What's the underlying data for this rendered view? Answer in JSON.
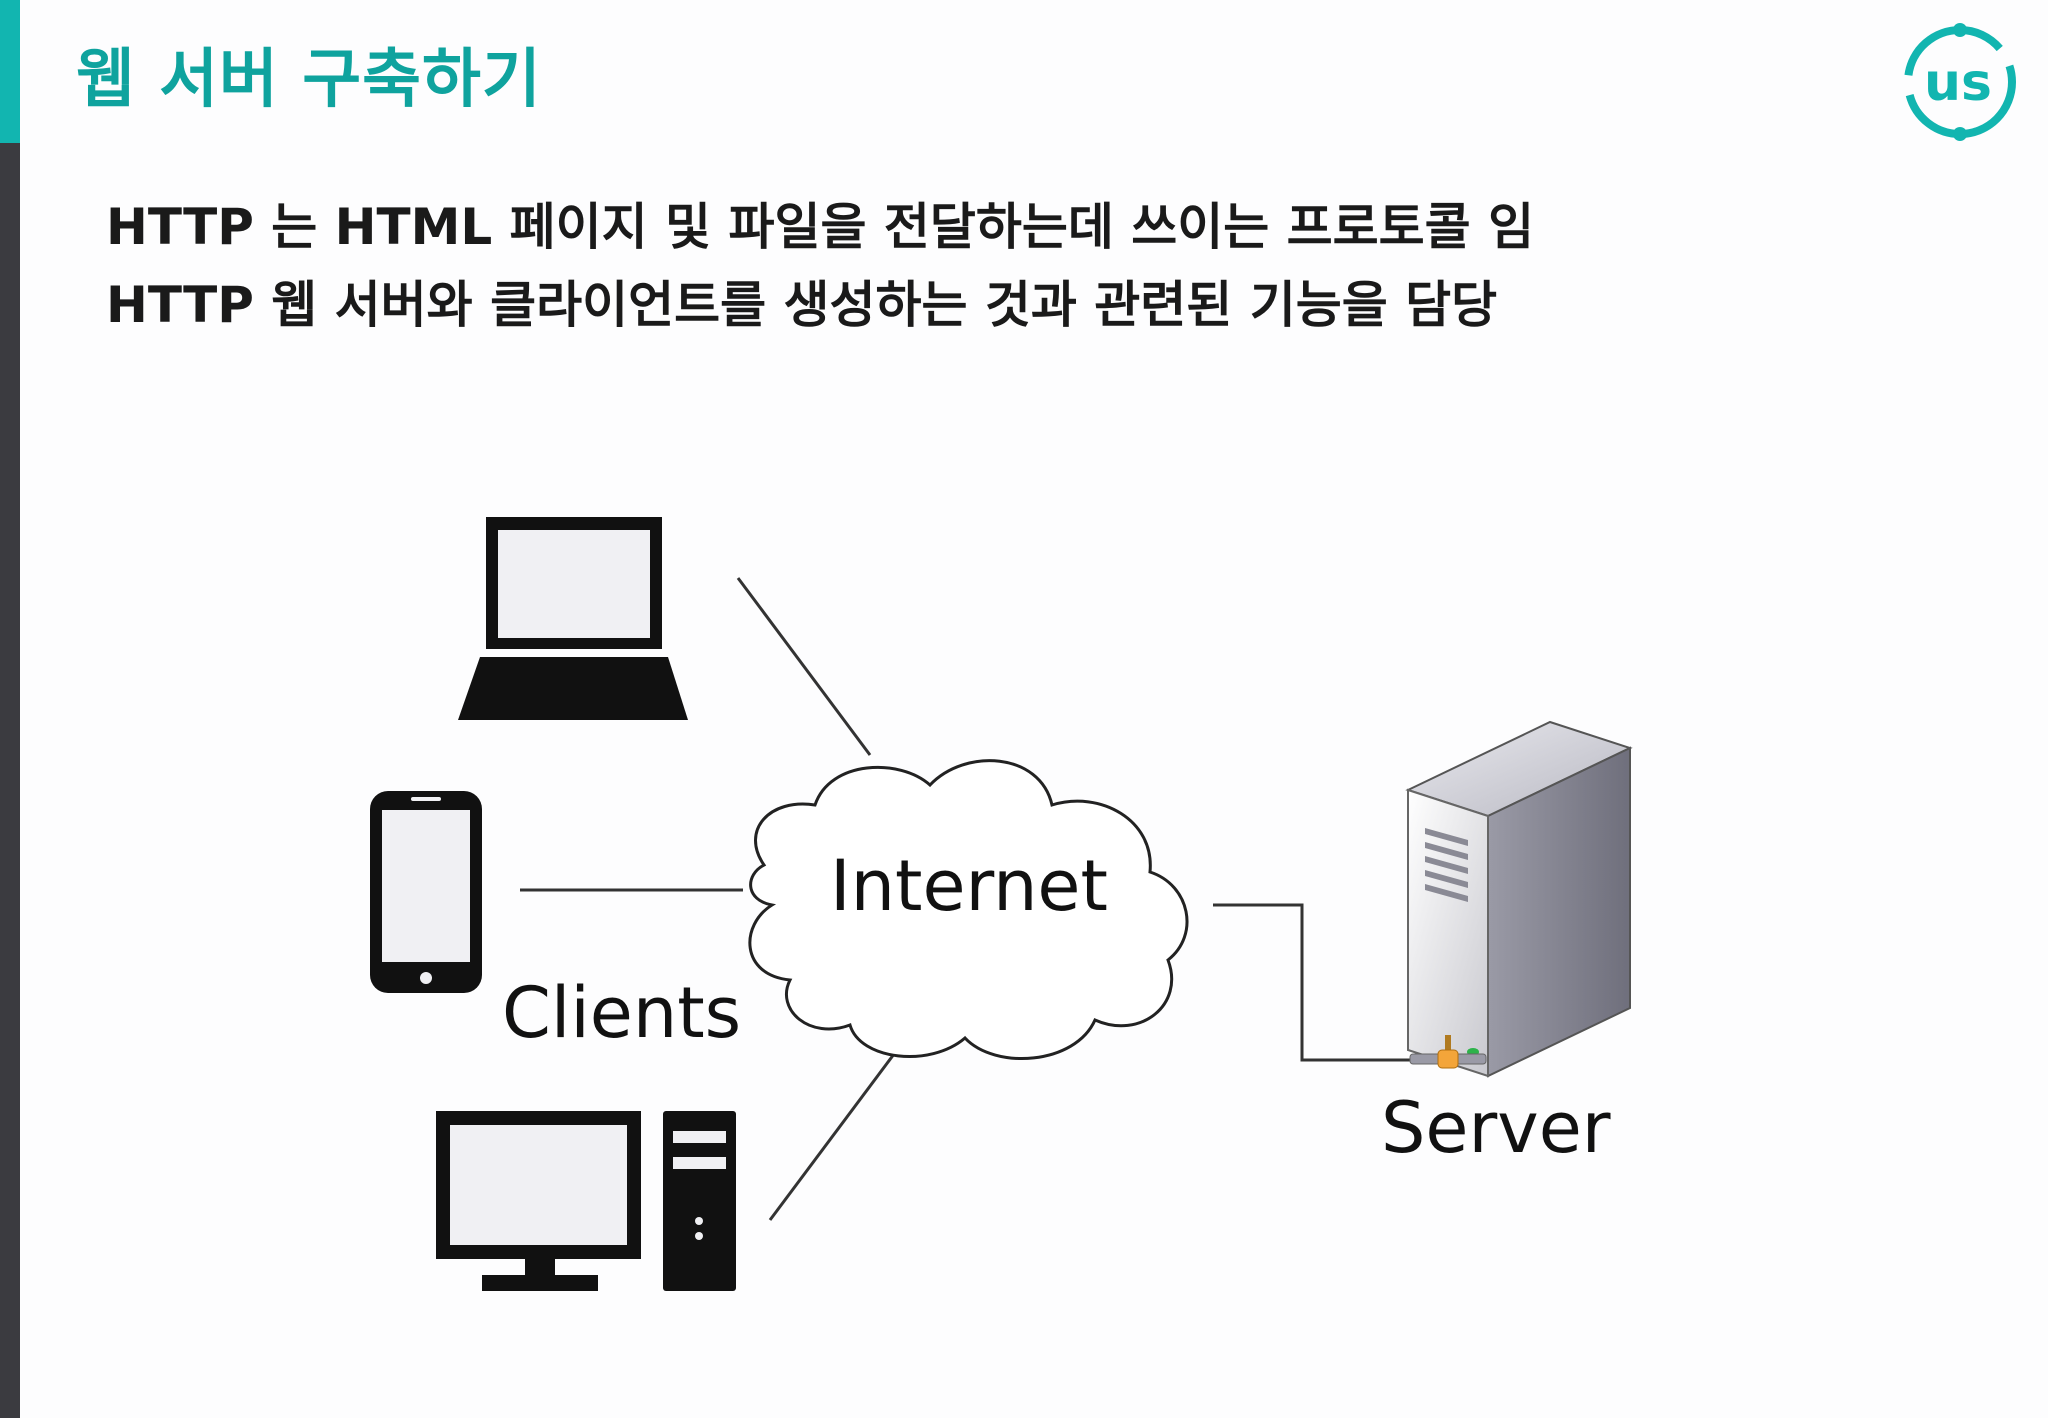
{
  "slide": {
    "title": "웹 서버 구축하기",
    "bullets": [
      "HTTP 는 HTML 페이지 및 파일을 전달하는데 쓰이는 프로토콜 임",
      "HTTP 웹 서버와 클라이언트를 생성하는 것과 관련된 기능을 담당"
    ],
    "colors": {
      "accent": "#12b5b0",
      "title": "#0fa39e",
      "side_bar": "#3b3b40"
    }
  },
  "logo": {
    "text": "us",
    "icon": "us-logo-icon"
  },
  "diagram": {
    "internet_label": "Internet",
    "clients_label": "Clients",
    "server_label": "Server",
    "icons": [
      "laptop-icon",
      "smartphone-icon",
      "desktop-computer-icon",
      "cloud-icon",
      "server-tower-icon"
    ]
  }
}
